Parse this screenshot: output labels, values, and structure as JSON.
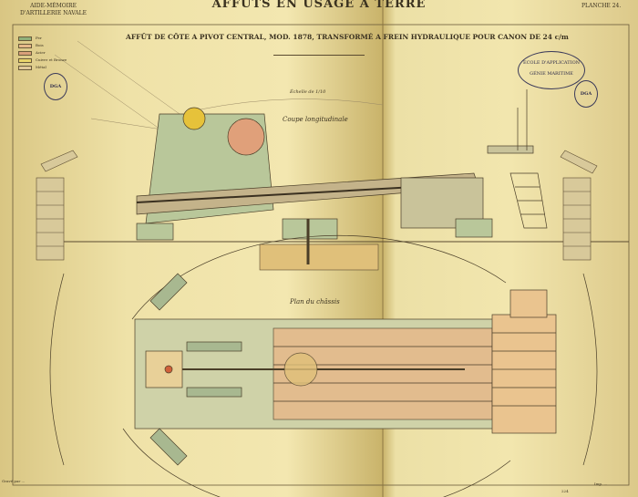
{
  "header": {
    "title": "AFFUTS EN USAGE A TERRE",
    "left_caption": [
      "AIDE-MÉMOIRE",
      "D'ARTILLERIE NAVALE"
    ],
    "plate": "PLANCHE 24."
  },
  "drawing_title": "AFFÛT DE CÔTE A PIVOT CENTRAL, MOD. 1878, TRANSFORMÉ A FREIN HYDRAULIQUE POUR CANON DE 24 c/m",
  "scale": "Échelle de 1/10",
  "section_labels": {
    "elevation": "Coupe longitudinale",
    "plan": "Plan du châssis"
  },
  "legend": [
    {
      "label": "Fer",
      "color": "#8fb07a"
    },
    {
      "label": "Bois",
      "color": "#e6b98a"
    },
    {
      "label": "Acier",
      "color": "#d8a07a"
    },
    {
      "label": "Cuivre et Bronze",
      "color": "#e8d36a"
    },
    {
      "label": "Métal",
      "color": "#e0c89a"
    }
  ],
  "stamps": {
    "school": [
      "ECOLE D'APPLICATION",
      "GÉNIE MARITIME"
    ],
    "dga": "DGA"
  },
  "footer": {
    "left": "Gravé par ...",
    "right": "Imp. ...",
    "page": "224"
  },
  "colors": {
    "paper": "#efe2a8",
    "ink": "#3b3220",
    "iron": "#8fb07a",
    "wood": "#e6b98a"
  }
}
